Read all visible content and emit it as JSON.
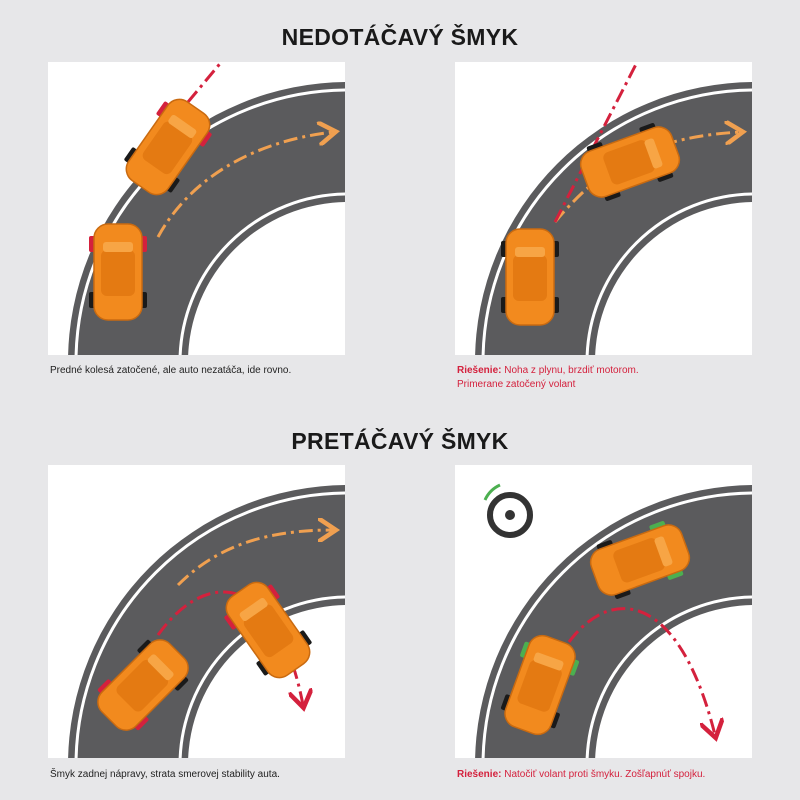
{
  "sections": [
    {
      "title": "NEDOTÁČAVÝ ŠMYK",
      "problem": "Predné kolesá zatočené, ale auto nezatáča, ide rovno.",
      "solution_label": "Riešenie:",
      "solution_line1": " Noha z plynu, brzdiť motorom.",
      "solution_line2": "Primerane zatočený volant"
    },
    {
      "title": "PRETÁČAVÝ ŠMYK",
      "problem": "Šmyk zadnej nápravy, strata smerovej stability auta.",
      "solution_label": "Riešenie:",
      "solution_line1": " Natočiť volant proti šmyku. Zošľapnúť spojku."
    }
  ],
  "colors": {
    "car": "#f28a1e",
    "road": "#5b5b5d",
    "red": "#d4213d",
    "green": "#4caf50",
    "arrow_orange": "#f0a050"
  }
}
